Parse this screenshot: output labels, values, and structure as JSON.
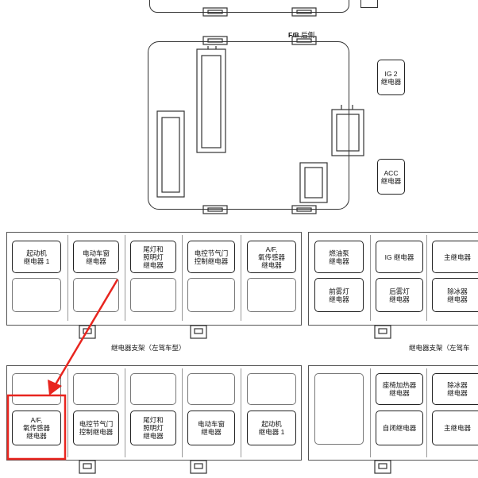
{
  "fb_label": {
    "bold": "F/B",
    "rest": " 后侧"
  },
  "fb_relays": {
    "ig2": "IG 2\n继电器",
    "acc": "ACC\n继电器"
  },
  "left_rhd": {
    "top_row": [
      "起动机\n继电器 1",
      "电动车窗\n继电器",
      "尾灯和\n照明灯\n继电器",
      "电控节气门\n控制继电器",
      "A/F,\n氧传感器\n继电器"
    ],
    "caption": "继电器支架（左驾车型）"
  },
  "right_rhd": {
    "top_row": [
      "燃油泵\n继电器",
      "IG 继电器",
      "主继电器"
    ],
    "bottom_row": [
      "前雾灯\n继电器",
      "后雾灯\n继电器",
      "除冰器\n继电器"
    ],
    "caption": "继电器支架（左驾车"
  },
  "left_lhd": {
    "bottom_row": [
      "A/F,\n氧传感器\n继电器",
      "电控节气门\n控制继电器",
      "尾灯和\n照明灯\n继电器",
      "电动车窗\n继电器",
      "起动机\n继电器 1"
    ]
  },
  "right_lhd": {
    "top_row": [
      "座椅加热器\n继电器",
      "除冰器\n继电器"
    ],
    "bottom_row": [
      "自闭继电器",
      "主继电器"
    ]
  },
  "annotation_color": "#e8251f"
}
